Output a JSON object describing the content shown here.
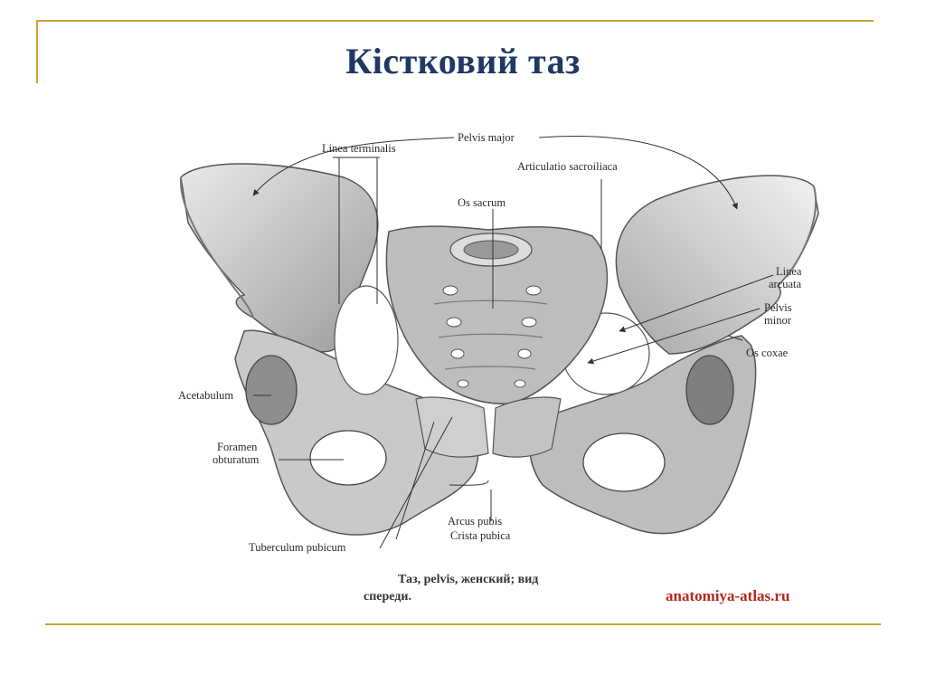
{
  "slide": {
    "title": "Кістковий таз"
  },
  "figure": {
    "labels": {
      "pelvis_major": "Pelvis major",
      "linea_terminalis": "Linea terminalis",
      "articulatio_sacroiliaca": "Articulatio sacroiliaca",
      "os_sacrum": "Os sacrum",
      "linea_arcuata_1": "Linea",
      "linea_arcuata_2": "arcuata",
      "pelvis_minor_1": "Pelvis",
      "pelvis_minor_2": "minor",
      "os_coxae": "Os coxae",
      "acetabulum": "Acetabulum",
      "foramen_obturatum_1": "Foramen",
      "foramen_obturatum_2": "obturatum",
      "arcus_pubis": "Arcus pubis",
      "crista_pubica": "Crista pubica",
      "tuberculum_pubicum": "Tuberculum pubicum"
    },
    "caption_line1": "Таз, pelvis, женский; вид",
    "caption_line2": "спереди.",
    "source": "anatomiya-atlas.ru"
  },
  "colors": {
    "title": "#1f3864",
    "rule": "#c9a23a",
    "source": "#b3281e"
  }
}
